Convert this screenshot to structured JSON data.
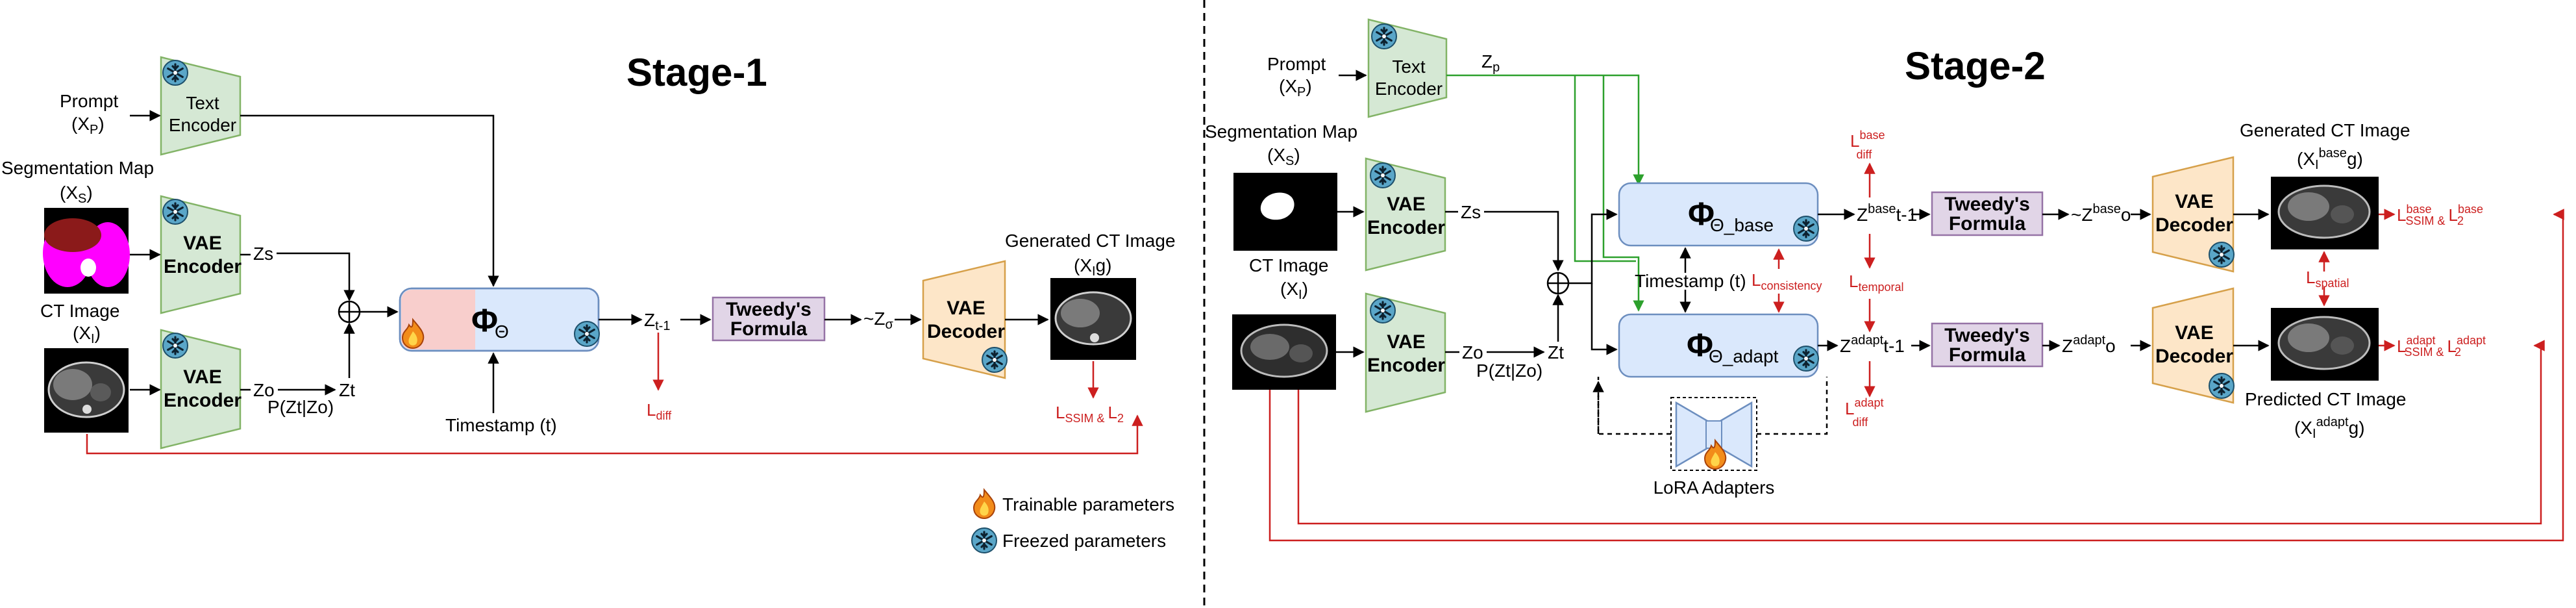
{
  "stage1": {
    "title": "Stage-1",
    "prompt": "Prompt",
    "prompt_var": "(X",
    "prompt_sub": "P",
    "seg_map": "Segmentation Map",
    "seg_var": "(X",
    "seg_sub": "S",
    "ct_image": "CT Image",
    "ct_var": "(X",
    "ct_sub": "I",
    "text_encoder_1": "Text",
    "text_encoder_2": "Encoder",
    "vae_encoder_1": "VAE",
    "vae_encoder_2": "Encoder",
    "zs": "Zs",
    "zo": "Zo",
    "zt": "Zt",
    "pzt": "P(Zt|Zo)",
    "phi": "Φ",
    "phi_sub": "Θ",
    "timestamp": "Timestamp (t)",
    "zt1": "Z",
    "zt1_sub": "t-1",
    "ldiff": "L",
    "ldiff_sub": "diff",
    "tweedy_1": "Tweedy's",
    "tweedy_2": "Formula",
    "z0": "~Z",
    "z0_sub": "σ",
    "vae_decoder_1": "VAE",
    "vae_decoder_2": "Decoder",
    "gen_ct": "Generated CT Image",
    "gen_var": "(X",
    "gen_sub": "I",
    "gen_tail": "g)",
    "loss": "L",
    "loss_sub": "SSIM & ",
    "loss_l2": "L",
    "loss_l2_sub": "2"
  },
  "legend": {
    "trainable": "Trainable parameters",
    "freezed": "Freezed parameters"
  },
  "stage2": {
    "title": "Stage-2",
    "prompt": "Prompt",
    "prompt_var": "(X",
    "prompt_sub": "P",
    "zp": "Z",
    "zp_sub": "p",
    "seg_map": "Segmentation Map",
    "seg_var": "(X",
    "seg_sub": "S",
    "ct_image": "CT Image",
    "ct_var": "(X",
    "ct_sub": "I",
    "text_encoder_1": "Text",
    "text_encoder_2": "Encoder",
    "vae_encoder_1": "VAE",
    "vae_encoder_2": "Encoder",
    "zs": "Zs",
    "zo": "Zo",
    "zt": "Zt",
    "pzt": "P(Zt|Zo)",
    "phi": "Φ",
    "phi_base_sub": "Θ_base",
    "phi_adapt_sub": "Θ_adapt",
    "timestamp": "Timestamp (t)",
    "l_consistency": "L",
    "l_consistency_sub": "consistency",
    "l_base_diff": "L",
    "l_base_diff_sup": "base",
    "l_base_diff_sub": "diff",
    "l_adapt_diff": "L",
    "l_adapt_diff_sup": "adapt",
    "l_adapt_diff_sub": "diff",
    "l_temporal": "L",
    "l_temporal_sub": "temporal",
    "z_base_t1": "Z",
    "z_base_t1_sup": "base",
    "z_base_t1_tail": "t-1",
    "z_adapt_t1": "Z",
    "z_adapt_t1_sup": "adapt",
    "z_adapt_t1_tail": "t-1",
    "tweedy_1": "Tweedy's",
    "tweedy_2": "Formula",
    "z_base_o": "~Z",
    "z_base_o_sup": "base",
    "z_base_o_tail": "o",
    "z_adapt_o": "Z",
    "z_adapt_o_sup": "adapt",
    "z_adapt_o_tail": "o",
    "vae_decoder_1": "VAE",
    "vae_decoder_2": "Decoder",
    "gen_ct": "Generated CT Image",
    "gen_var": "(X",
    "gen_sub": "I",
    "gen_sup": "base",
    "gen_tail": "g)",
    "pred_ct": "Predicted CT Image",
    "pred_var": "(X",
    "pred_sub": "I",
    "pred_sup": "adapt",
    "pred_tail": "g)",
    "l_spatial": "L",
    "l_spatial_sub": "spatial",
    "loss_base": "L",
    "loss_base_sup": "base",
    "loss_base_sub": "SSIM & ",
    "loss_base_l2": "L",
    "loss_base_l2_sup": "base",
    "loss_base_l2_sub": "2",
    "loss_adapt": "L",
    "loss_adapt_sup": "adapt",
    "loss_adapt_sub": "SSIM & ",
    "loss_adapt_l2": "L",
    "loss_adapt_l2_sup": "adapt",
    "loss_adapt_l2_sub": "2",
    "lora": "LoRA Adapters"
  },
  "colors": {
    "loss_red": "#cc1f1f",
    "zp_green": "#2ca02c",
    "encoder_green": "#d5e8d4",
    "decoder_orange": "#fde6c8",
    "tweedy_purple": "#e1d5e7",
    "phi_blue": "#dae8fc",
    "trainable_red": "#f8cecc"
  },
  "icons": [
    "snowflake-icon",
    "flame-icon",
    "lora-adapter-icon"
  ]
}
